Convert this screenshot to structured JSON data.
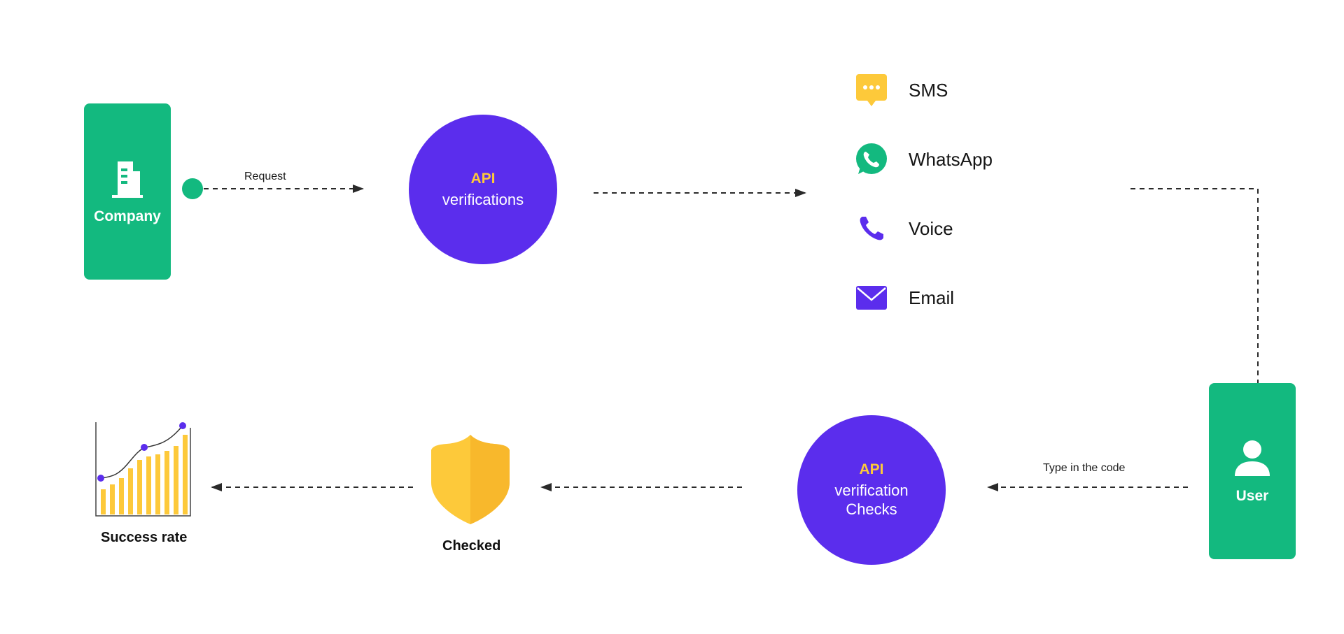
{
  "colors": {
    "green": "#13b97f",
    "purple": "#5b2ded",
    "yellow": "#fdc93a",
    "line": "#2a2a2a"
  },
  "company": {
    "label": "Company",
    "icon": "building-icon"
  },
  "user": {
    "label": "User",
    "icon": "user-icon"
  },
  "request_label": "Request",
  "api_verifications": {
    "title": "API",
    "subtitle": "verifications"
  },
  "channels": [
    {
      "label": "SMS",
      "icon": "sms-bubble-icon"
    },
    {
      "label": "WhatsApp",
      "icon": "whatsapp-icon"
    },
    {
      "label": "Voice",
      "icon": "phone-icon"
    },
    {
      "label": "Email",
      "icon": "envelope-icon"
    }
  ],
  "type_code_label": "Type in the code",
  "api_checks": {
    "title": "API",
    "subtitle_1": "verification",
    "subtitle_2": "Checks"
  },
  "checked": {
    "label": "Checked",
    "icon": "shield-icon"
  },
  "success": {
    "label": "Success rate",
    "icon": "growth-chart-icon"
  }
}
